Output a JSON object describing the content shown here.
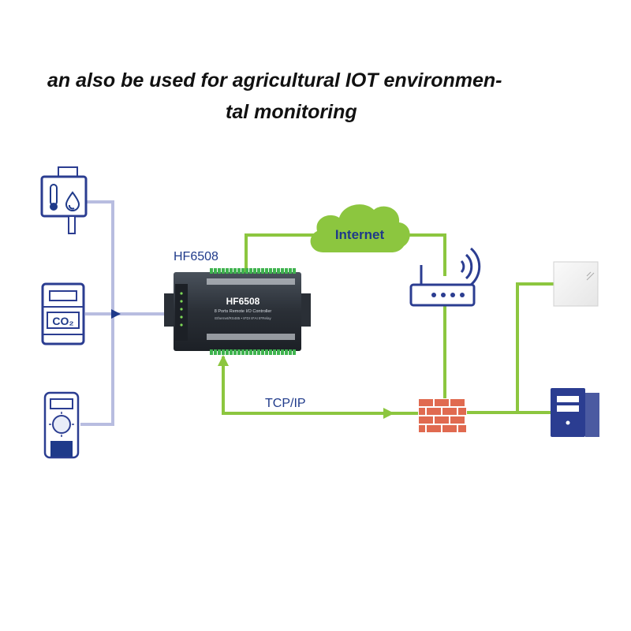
{
  "title": {
    "line1": "an also be used for agricultural IOT environmen-",
    "line2": "tal monitoring"
  },
  "labels": {
    "controller_name": "HF6508",
    "cloud": "Internet",
    "link": "TCP/IP",
    "sensor_co2": "CO₂"
  },
  "device_panel": {
    "model": "HF6508",
    "subtitle": "8 Ports Remote I/O Controller",
    "spec": "Ethernet/RS485 • 8*DI 8*AI 8*Relay"
  },
  "nodes": [
    {
      "name": "temperature-humidity-sensor",
      "icon": "thermometer-droplet-icon"
    },
    {
      "name": "co2-sensor",
      "icon": "co2-meter-icon"
    },
    {
      "name": "light-sensor",
      "icon": "light-meter-icon"
    },
    {
      "name": "hf6508-controller",
      "icon": "io-controller-icon"
    },
    {
      "name": "internet-cloud",
      "icon": "cloud-icon"
    },
    {
      "name": "wifi-router",
      "icon": "router-icon"
    },
    {
      "name": "firewall",
      "icon": "brick-wall-icon"
    },
    {
      "name": "access-panel",
      "icon": "panel-icon"
    },
    {
      "name": "server",
      "icon": "server-icon"
    }
  ],
  "colors": {
    "sensor_line": "#b8bde0",
    "sensor_arrow": "#1f3a8a",
    "network_line": "#8cc63f",
    "cloud": "#8cc63f",
    "router_outline": "#2b3d91",
    "firewall": "#e06a50",
    "server": "#2b3d91",
    "device_body": "#2a2f36",
    "terminal": "#3fb34f"
  }
}
